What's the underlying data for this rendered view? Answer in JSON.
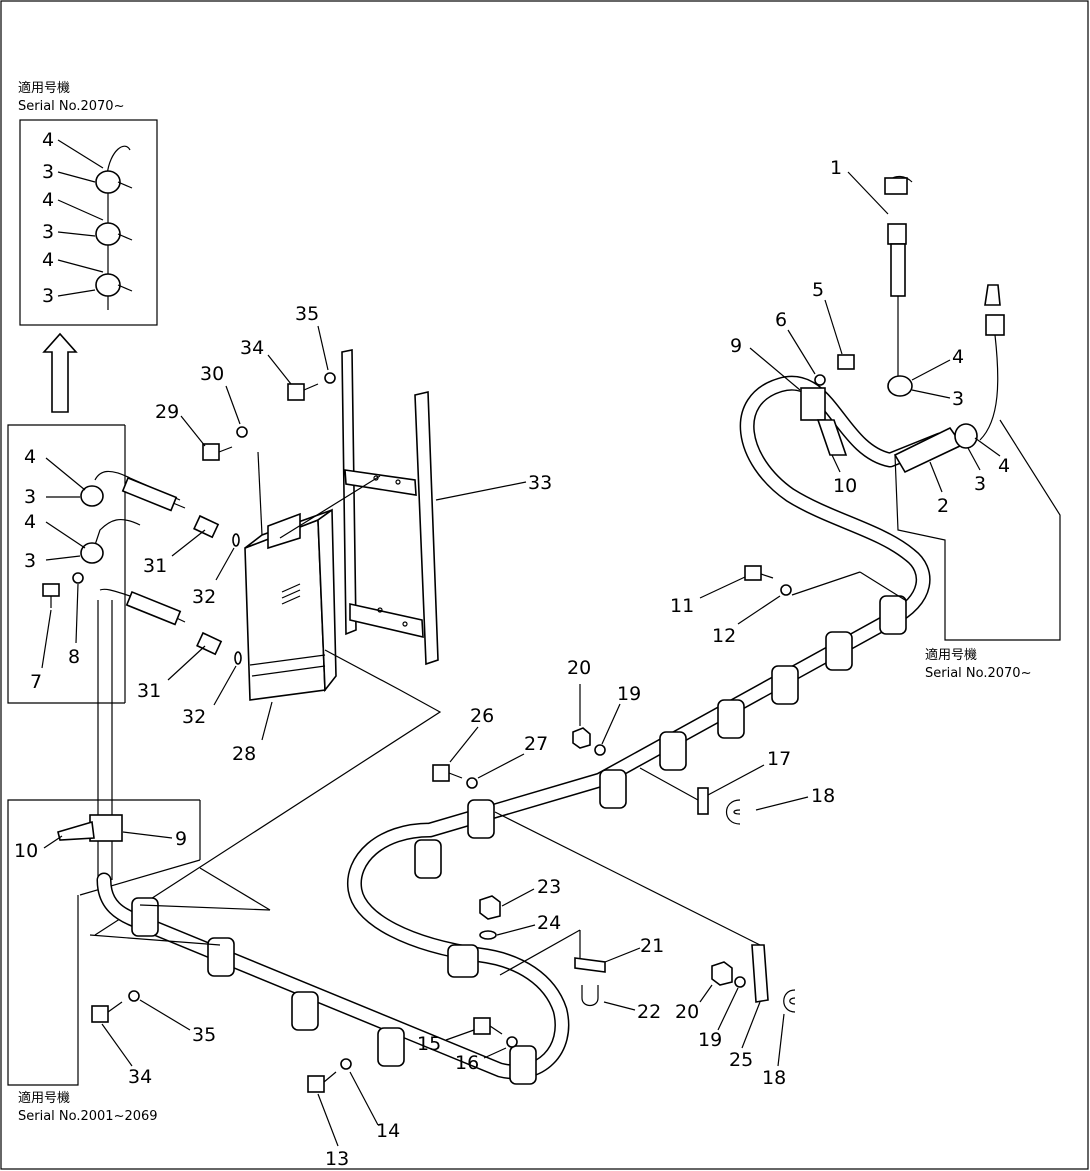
{
  "notes": {
    "top_left_jp": "適用号機",
    "top_left_serial": "Serial No.2070~",
    "right_jp": "適用号機",
    "right_serial": "Serial No.2070~",
    "bottom_left_jp": "適用号機",
    "bottom_left_serial": "Serial No.2001~2069"
  },
  "callouts": {
    "c1": "1",
    "c2": "2",
    "c3": "3",
    "c4": "4",
    "c5": "5",
    "c6": "6",
    "c7": "7",
    "c8": "8",
    "c9": "9",
    "c10": "10",
    "c11": "11",
    "c12": "12",
    "c13": "13",
    "c14": "14",
    "c15": "15",
    "c16": "16",
    "c17": "17",
    "c18": "18",
    "c19": "19",
    "c20": "20",
    "c21": "21",
    "c22": "22",
    "c23": "23",
    "c24": "24",
    "c25": "25",
    "c26": "26",
    "c27": "27",
    "c28": "28",
    "c29": "29",
    "c30": "30",
    "c31": "31",
    "c32": "32",
    "c33": "33",
    "c34": "34",
    "c35": "35"
  }
}
